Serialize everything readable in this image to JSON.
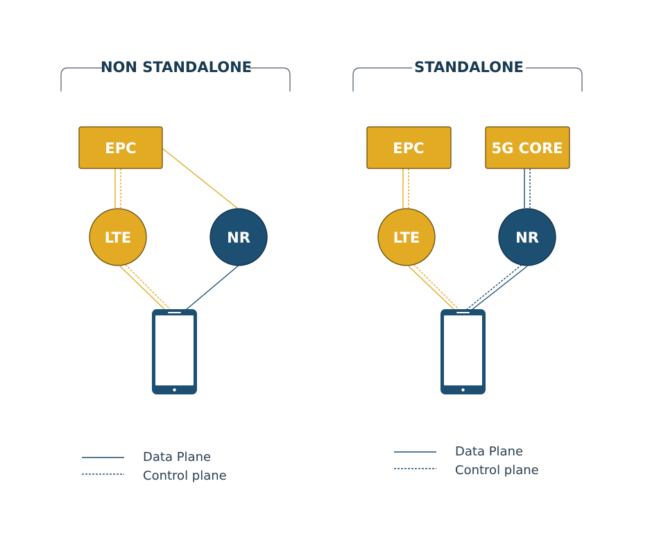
{
  "colors": {
    "navy": "#1d4f73",
    "navy_dark": "#0f2f47",
    "gold": "#e3aa24",
    "gold_dark": "#8a6512",
    "bracket": "#4a5a68",
    "text": "#183a52"
  },
  "panels": {
    "nsa": {
      "title": "NON STANDALONE",
      "core_label": "EPC",
      "lte_label": "LTE",
      "nr_label": "NR",
      "legend_data": "Data Plane",
      "legend_control": "Control plane"
    },
    "sa": {
      "title": "STANDALONE",
      "epc_label": "EPC",
      "core5g_label": "5G CORE",
      "lte_label": "LTE",
      "nr_label": "NR",
      "legend_data": "Data Plane",
      "legend_control": "Control plane"
    }
  },
  "icons": {
    "device": "smartphone-icon"
  }
}
